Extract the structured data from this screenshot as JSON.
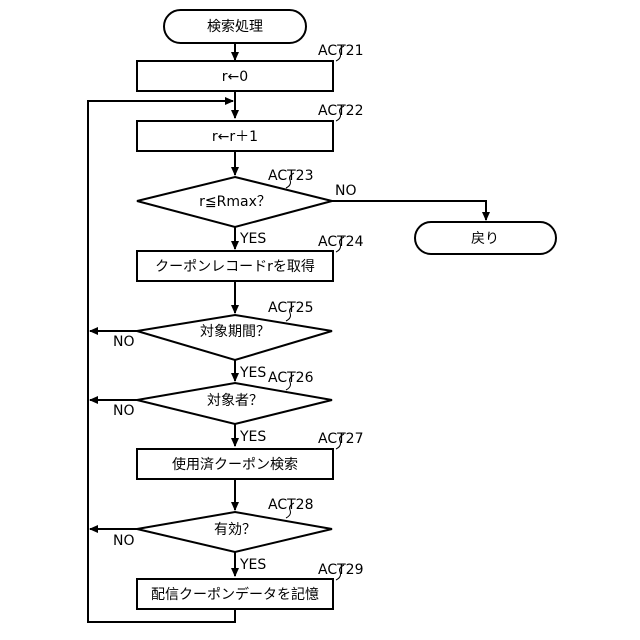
{
  "nodes": {
    "start": "検索処理",
    "act21": "r←0",
    "act22": "r←r＋1",
    "act23": "r≦Rmax？",
    "act24": "クーポンレコードrを取得",
    "act25": "対象期間？",
    "act26": "対象者？",
    "act27": "使用済クーポン検索",
    "act28": "有効？",
    "act29": "配信クーポンデータを記憶",
    "end": "戻り"
  },
  "step_labels": {
    "act21": "ACT21",
    "act22": "ACT22",
    "act23": "ACT23",
    "act24": "ACT24",
    "act25": "ACT25",
    "act26": "ACT26",
    "act27": "ACT27",
    "act28": "ACT28",
    "act29": "ACT29"
  },
  "branch_labels": {
    "act23_no": "NO",
    "act23_yes": "YES",
    "act25_no": "NO",
    "act25_yes": "YES",
    "act26_no": "NO",
    "act26_yes": "YES",
    "act28_no": "NO",
    "act28_yes": "YES"
  }
}
